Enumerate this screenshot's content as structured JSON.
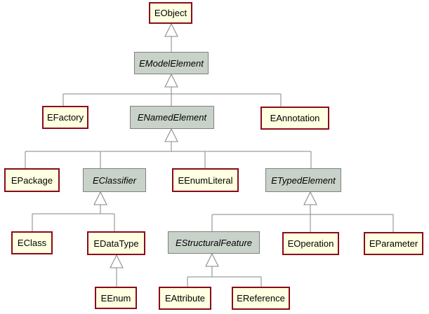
{
  "diagram": {
    "type": "uml-class-inheritance-hierarchy",
    "nodes": [
      {
        "id": "eobject",
        "label": "EObject",
        "abstract": false
      },
      {
        "id": "emodelelement",
        "label": "EModelElement",
        "abstract": true
      },
      {
        "id": "efactory",
        "label": "EFactory",
        "abstract": false
      },
      {
        "id": "enamedelement",
        "label": "ENamedElement",
        "abstract": true
      },
      {
        "id": "eannotation",
        "label": "EAnnotation",
        "abstract": false
      },
      {
        "id": "epackage",
        "label": "EPackage",
        "abstract": false
      },
      {
        "id": "eclassifier",
        "label": "EClassifier",
        "abstract": true
      },
      {
        "id": "eenumliteral",
        "label": "EEnumLiteral",
        "abstract": false
      },
      {
        "id": "etypedelement",
        "label": "ETypedElement",
        "abstract": true
      },
      {
        "id": "eclass",
        "label": "EClass",
        "abstract": false
      },
      {
        "id": "edatatype",
        "label": "EDataType",
        "abstract": false
      },
      {
        "id": "estructuralfeature",
        "label": "EStructuralFeature",
        "abstract": true
      },
      {
        "id": "eoperation",
        "label": "EOperation",
        "abstract": false
      },
      {
        "id": "eparameter",
        "label": "EParameter",
        "abstract": false
      },
      {
        "id": "eenum",
        "label": "EEnum",
        "abstract": false
      },
      {
        "id": "eattribute",
        "label": "EAttribute",
        "abstract": false
      },
      {
        "id": "ereference",
        "label": "EReference",
        "abstract": false
      }
    ],
    "edges": [
      {
        "relation": "generalization",
        "parent": "EObject",
        "children": [
          "EModelElement"
        ]
      },
      {
        "relation": "generalization",
        "parent": "EModelElement",
        "children": [
          "EFactory",
          "ENamedElement",
          "EAnnotation"
        ]
      },
      {
        "relation": "generalization",
        "parent": "ENamedElement",
        "children": [
          "EPackage",
          "EClassifier",
          "EEnumLiteral",
          "ETypedElement"
        ]
      },
      {
        "relation": "generalization",
        "parent": "EClassifier",
        "children": [
          "EClass",
          "EDataType"
        ]
      },
      {
        "relation": "generalization",
        "parent": "ETypedElement",
        "children": [
          "EStructuralFeature",
          "EOperation",
          "EParameter"
        ]
      },
      {
        "relation": "generalization",
        "parent": "EDataType",
        "children": [
          "EEnum"
        ]
      },
      {
        "relation": "generalization",
        "parent": "EStructuralFeature",
        "children": [
          "EAttribute",
          "EReference"
        ]
      }
    ],
    "colors": {
      "concrete_fill": "#FFFFE1",
      "concrete_border": "#8B0A1A",
      "abstract_fill": "#C9D2C9",
      "abstract_border": "#808080",
      "edge_line": "#848484",
      "background": "#FFFFFF"
    }
  }
}
